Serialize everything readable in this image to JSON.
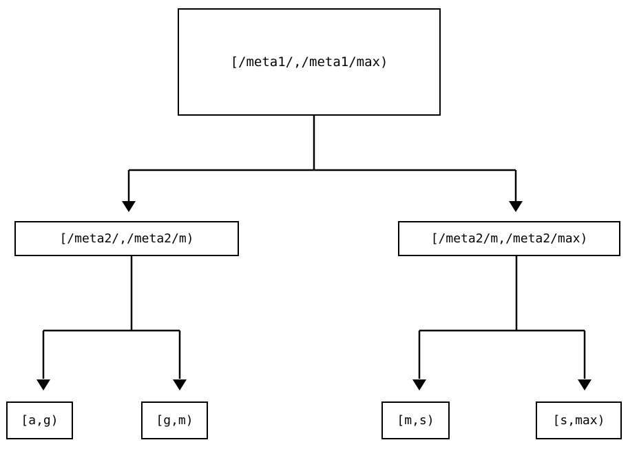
{
  "diagram": {
    "type": "interval-partition-tree",
    "orientation": "top-down",
    "background_color": "#ffffff",
    "stroke_color": "#000000",
    "text_color": "#000000",
    "nodes": {
      "root": {
        "label": "[/meta1/,/meta1/max)",
        "level": 0
      },
      "mid_left": {
        "label": "[/meta2/,/meta2/m)",
        "level": 1
      },
      "mid_right": {
        "label": "[/meta2/m,/meta2/max)",
        "level": 1
      },
      "leaf_1": {
        "label": "[a,g)",
        "level": 2
      },
      "leaf_2": {
        "label": "[g,m)",
        "level": 2
      },
      "leaf_3": {
        "label": "[m,s)",
        "level": 2
      },
      "leaf_4": {
        "label": "[s,max)",
        "level": 2
      }
    },
    "edges": [
      {
        "from": "root",
        "to": "mid_left",
        "arrow": "down-triangle"
      },
      {
        "from": "root",
        "to": "mid_right",
        "arrow": "down-triangle"
      },
      {
        "from": "mid_left",
        "to": "leaf_1",
        "arrow": "down-triangle"
      },
      {
        "from": "mid_left",
        "to": "leaf_2",
        "arrow": "down-triangle"
      },
      {
        "from": "mid_right",
        "to": "leaf_3",
        "arrow": "down-triangle"
      },
      {
        "from": "mid_right",
        "to": "leaf_4",
        "arrow": "down-triangle"
      }
    ]
  }
}
